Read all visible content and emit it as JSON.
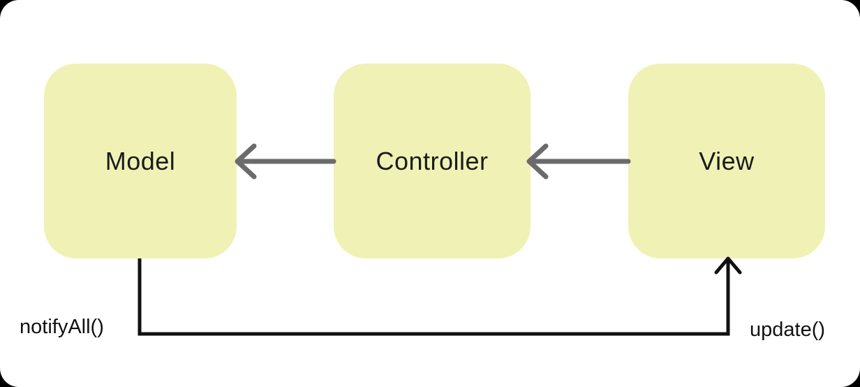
{
  "diagram": {
    "type": "flow-diagram",
    "nodes": [
      {
        "id": "model",
        "label": "Model"
      },
      {
        "id": "controller",
        "label": "Controller"
      },
      {
        "id": "view",
        "label": "View"
      }
    ],
    "edges": [
      {
        "id": "view-to-controller",
        "from": "View",
        "to": "Controller",
        "style": "straight-arrow-left"
      },
      {
        "id": "controller-to-model",
        "from": "Controller",
        "to": "Model",
        "style": "straight-arrow-left"
      },
      {
        "id": "model-to-view",
        "from": "Model",
        "to": "View",
        "style": "elbow-arrow-up",
        "label_at_start": "notifyAll()",
        "label_at_end": "update()"
      }
    ],
    "labels": {
      "notify_all": "notifyAll()",
      "update": "update()"
    },
    "colors": {
      "node_fill": "#f0f2b5",
      "gray_arrow": "#6b6b6b",
      "black_connector": "#111111",
      "node_text": "#1b1b1b",
      "canvas_background": "#ffffff",
      "outer_background": "#000000"
    }
  }
}
